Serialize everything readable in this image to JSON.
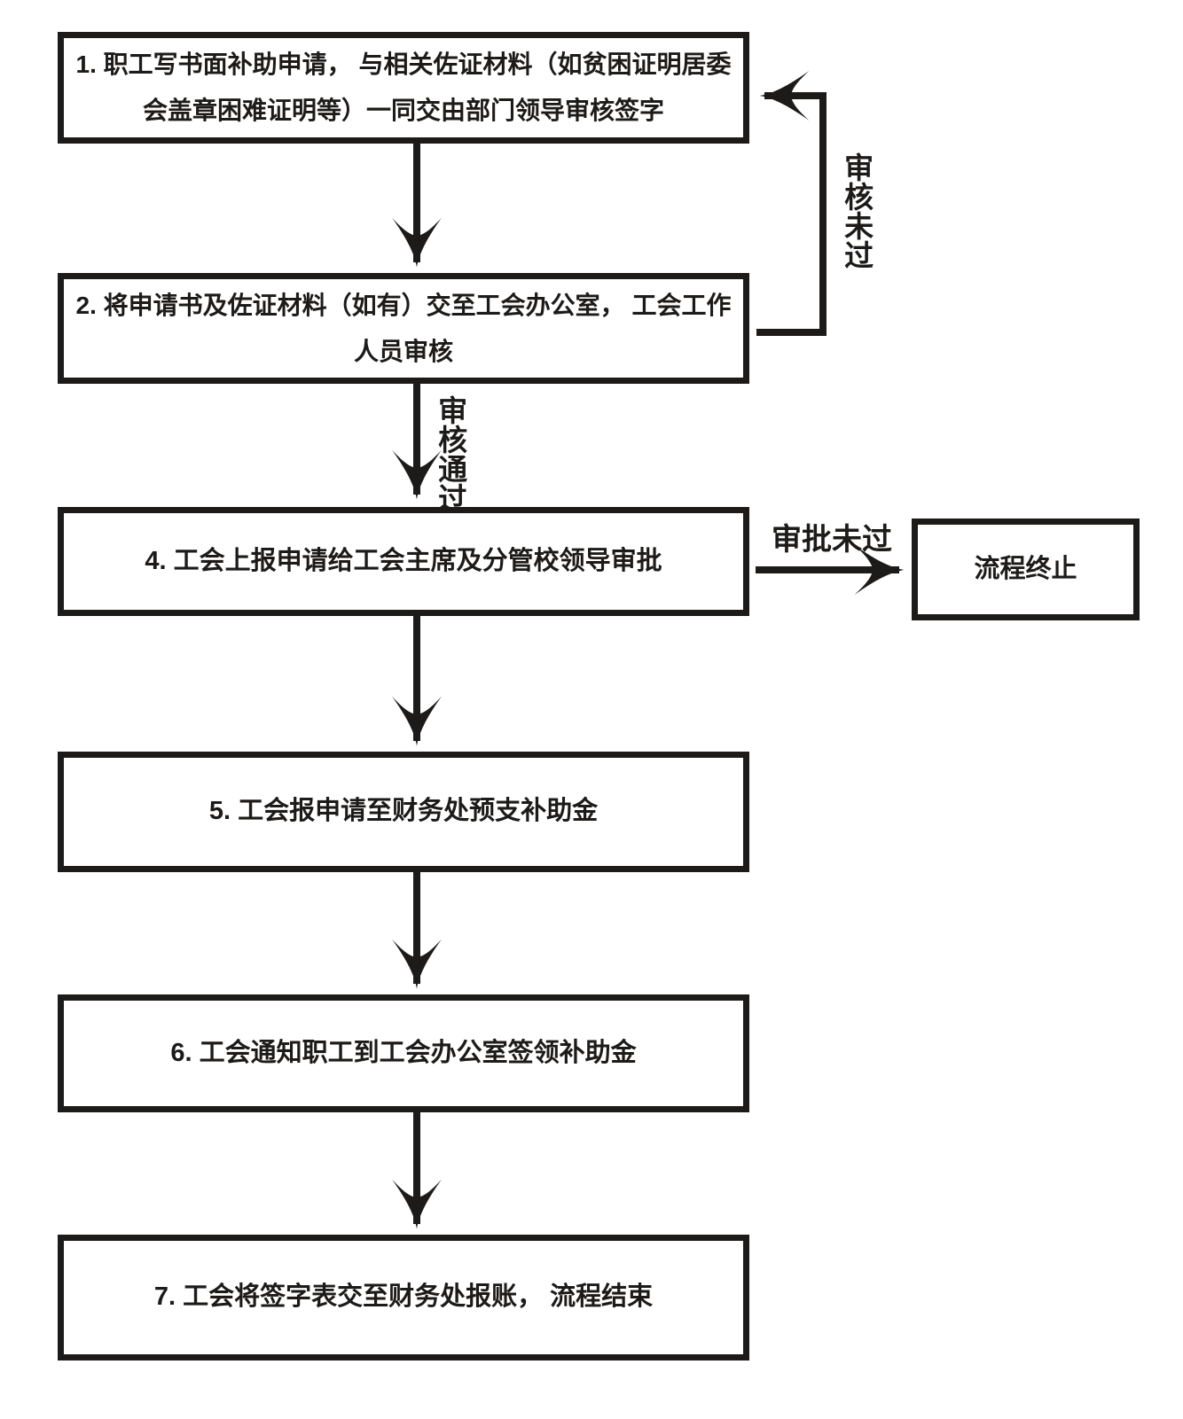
{
  "diagram": {
    "title_hint": "employee-subsidy-application-flow",
    "ink_color": "#1d1b19",
    "background_color": "#ffffff",
    "steps": [
      {
        "id": "step-1",
        "text": "1. 职工写书面补助申请，  与相关佐证材料（如贫困证明居委\n会盖章困难证明等）一同交由部门领导审核签字"
      },
      {
        "id": "step-2",
        "text": "2. 将申请书及佐证材料（如有）交至工会办公室，  工会工作\n人员审核"
      },
      {
        "id": "step-4",
        "text": "4. 工会上报申请给工会主席及分管校领导审批"
      },
      {
        "id": "step-5",
        "text": "5. 工会报申请至财务处预支补助金"
      },
      {
        "id": "step-6",
        "text": "6. 工会通知职工到工会办公室签领补助金"
      },
      {
        "id": "step-7",
        "text": "7. 工会将签字表交至财务处报账，  流程结束"
      }
    ],
    "terminator": {
      "text": "流程终止"
    },
    "edge_labels": {
      "review_not_passed": "审核未过",
      "review_passed": "审核通过",
      "approval_not_passed": "审批未过"
    }
  }
}
